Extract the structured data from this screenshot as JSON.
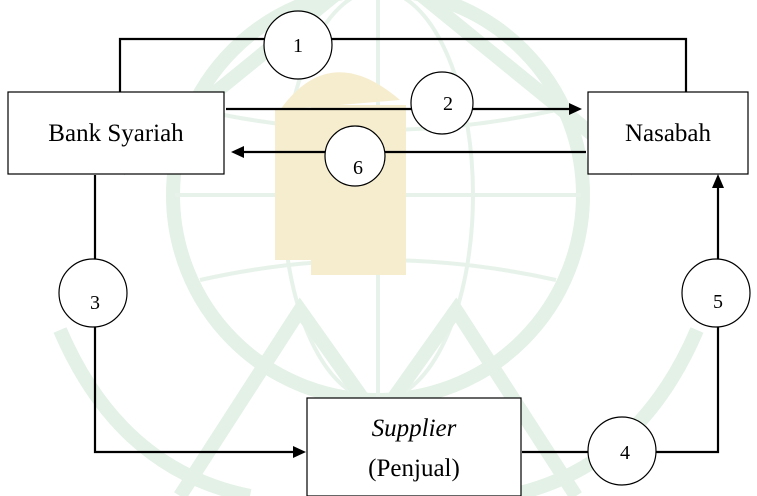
{
  "colors": {
    "line": "#000000",
    "watermark_green": "#e3f1e6",
    "watermark_gold": "#f6edcf"
  },
  "nodes": {
    "bank": {
      "label": "Bank Syariah"
    },
    "nasabah": {
      "label": "Nasabah"
    },
    "supplier": {
      "label_italic": "Supplier",
      "label_sub": "(Penjual)"
    }
  },
  "steps": [
    "1",
    "2",
    "3",
    "4",
    "5",
    "6"
  ]
}
